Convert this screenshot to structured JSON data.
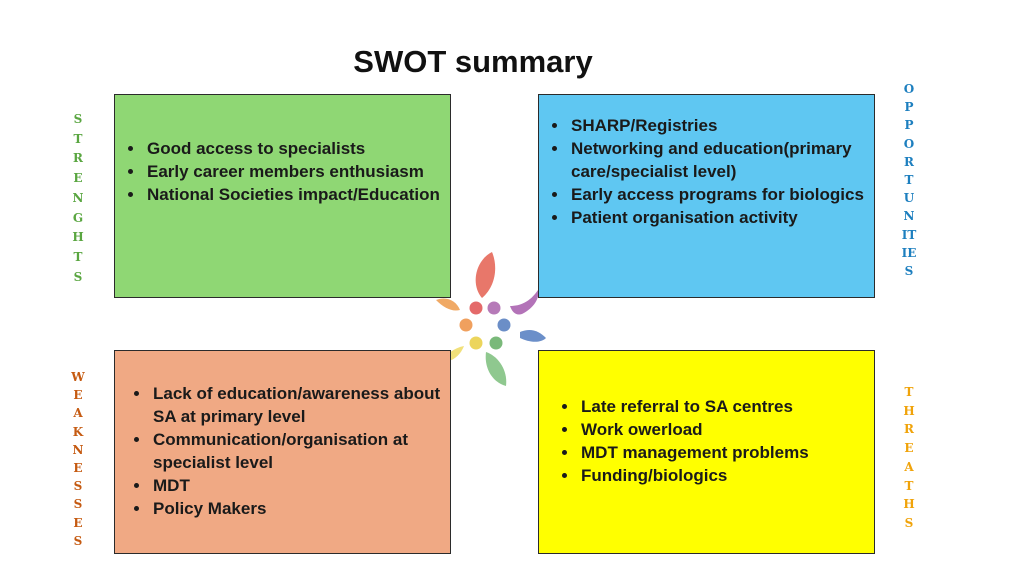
{
  "title": "SWOT summary",
  "labels": {
    "strengths": "STRENGHTS",
    "opportunities": "OPPORTUNITIES",
    "weaknesses": "WEAKNESSES",
    "threats": "THREATHS"
  },
  "strengths": [
    "Good access to specialists",
    "Early career members enthusiasm",
    "National Societies impact/Education"
  ],
  "opportunities": [
    "SHARP/Registries",
    "Networking  and education(primary care/specialist level)",
    "Early access programs for biologics",
    "Patient organisation activity"
  ],
  "weaknesses": [
    "Lack of education/awareness about SA at primary level",
    "Communication/organisation at specialist level",
    "MDT",
    "Policy Makers"
  ],
  "threats": [
    "Late referral to SA centres",
    "Work owerload",
    "MDT management problems",
    "Funding/biologics"
  ],
  "colors": {
    "strengths_box": "#8fd774",
    "opportunities_box": "#5fc7f2",
    "weaknesses_box": "#f0a984",
    "threats_box": "#ffff00",
    "strengths_label": "#5aa641",
    "opportunities_label": "#1d7fbf",
    "weaknesses_label": "#c55a11",
    "threats_label": "#f0a30a"
  }
}
